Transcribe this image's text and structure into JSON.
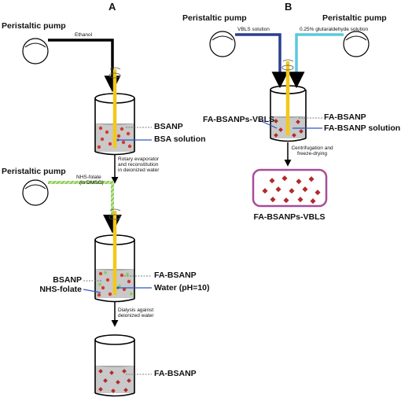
{
  "panels": {
    "a": "A",
    "b": "B"
  },
  "labels": {
    "pump_a1": "Peristaltic pump",
    "pump_a2": "Peristaltic pump",
    "pump_b1": "Peristaltic pump",
    "pump_b2": "Peristaltic pump",
    "ethanol": "Ethanol",
    "bsanp_1": "BSANP",
    "bsa_solution": "BSA solution",
    "rotary_1": "Rotary evaporator",
    "rotary_2": "and reconstitution",
    "rotary_3": "in deionized water",
    "nhs_folate_1": "NHS-folate",
    "nhs_folate_2": "(in DMSO)",
    "bsanp_2": "BSANP",
    "nhs_folate_left": "NHS-folate",
    "fa_bsanp_1": "FA-BSANP",
    "water_ph": "Water (pH=10)",
    "dialysis_1": "Dialysis against",
    "dialysis_2": "deionized water",
    "fa_bsanp_2": "FA-BSANP",
    "vbls_solution": "VBLS solution",
    "glutaraldehyde": "0.25% glutaraldehyde solution",
    "fa_bsanps_vbls_left": "FA-BSANPs-VBLS",
    "fa_bsanp_b": "FA-BSANP",
    "fa_bsanp_solution": "FA-BSANP solution",
    "centrifugation_1": "Centrifugation and",
    "centrifugation_2": "freeze-drying",
    "fa_bsanps_vbls_bottom": "FA-BSANPs-VBLS"
  },
  "colors": {
    "ethanol_line": "#000000",
    "nhs_line": "#8fd15a",
    "vbls_line": "#2c3e8f",
    "glut_line": "#5bc8de",
    "stirrer": "#f2c81a",
    "liquid": "#c9c9c9",
    "particle": "#d63a2a",
    "conjugate": "#b22a2a",
    "pointer": "#2d56c8",
    "box_border": "#a64d9a"
  },
  "icons": [
    "pump-icon",
    "stirrer-icon",
    "beaker-icon",
    "arrow-icon"
  ]
}
